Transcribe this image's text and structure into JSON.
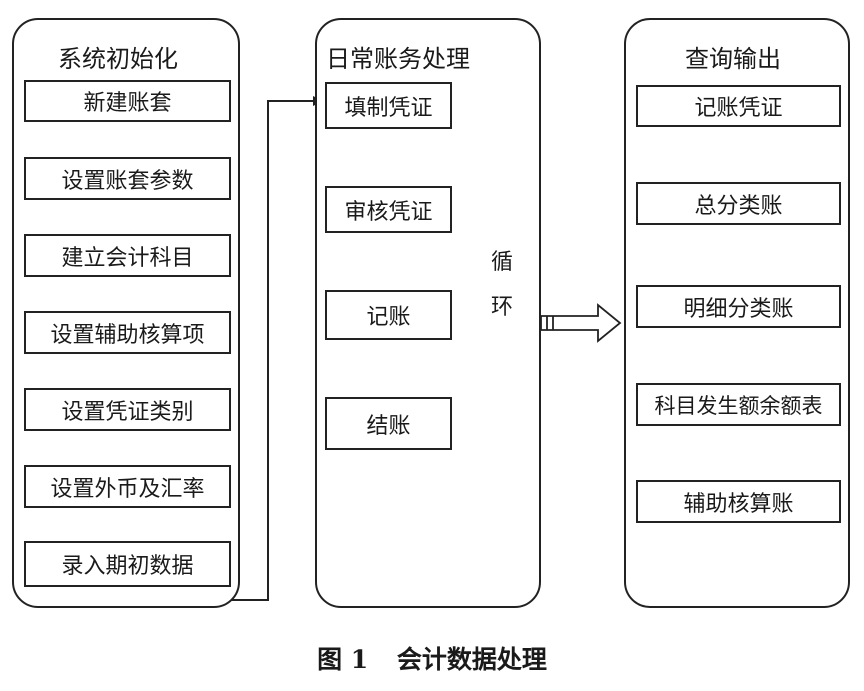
{
  "panels": {
    "init": {
      "title": "系统初始化",
      "steps": [
        "新建账套",
        "设置账套参数",
        "建立会计科目",
        "设置辅助核算项",
        "设置凭证类别",
        "设置外币及汇率",
        "录入期初数据"
      ]
    },
    "daily": {
      "title": "日常账务处理",
      "steps": [
        "填制凭证",
        "审核凭证",
        "记账",
        "结账"
      ],
      "loop_label_1": "循",
      "loop_label_2": "环"
    },
    "output": {
      "title": "查询输出",
      "items": [
        "记账凭证",
        "总分类账",
        "明细分类账",
        "科目发生额余额表",
        "辅助核算账"
      ]
    }
  },
  "caption": {
    "number": "图 1",
    "text": "会计数据处理"
  }
}
